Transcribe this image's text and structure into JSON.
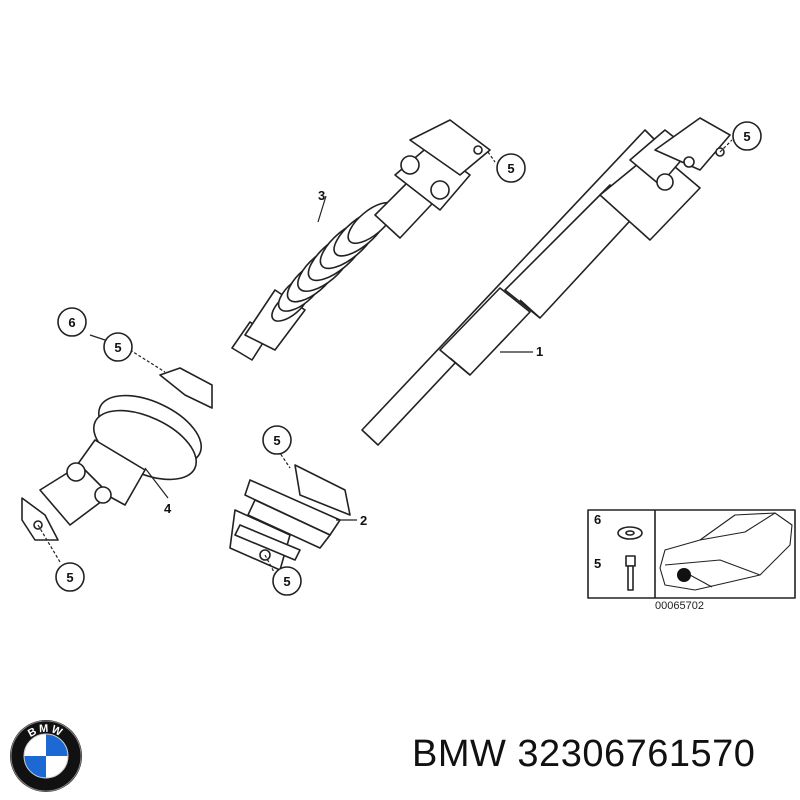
{
  "callouts": [
    {
      "id": "c1",
      "label": "1"
    },
    {
      "id": "c2",
      "label": "2"
    },
    {
      "id": "c3",
      "label": "3"
    },
    {
      "id": "c4",
      "label": "4"
    },
    {
      "id": "c5a",
      "label": "5"
    },
    {
      "id": "c5b",
      "label": "5"
    },
    {
      "id": "c5c",
      "label": "5"
    },
    {
      "id": "c5d",
      "label": "5"
    },
    {
      "id": "c5e",
      "label": "5"
    },
    {
      "id": "c5f",
      "label": "5"
    },
    {
      "id": "c6",
      "label": "6"
    }
  ],
  "reference_box": {
    "row_6_label": "6",
    "row_5_label": "5",
    "drawing_number": "00065702"
  },
  "logo": {
    "name": "bmw-roundel",
    "text": "BMW",
    "colors": {
      "blue": "#1c69d4",
      "ring": "#111111",
      "white": "#ffffff"
    }
  },
  "footer": {
    "part_text": "BMW 32306761570"
  }
}
